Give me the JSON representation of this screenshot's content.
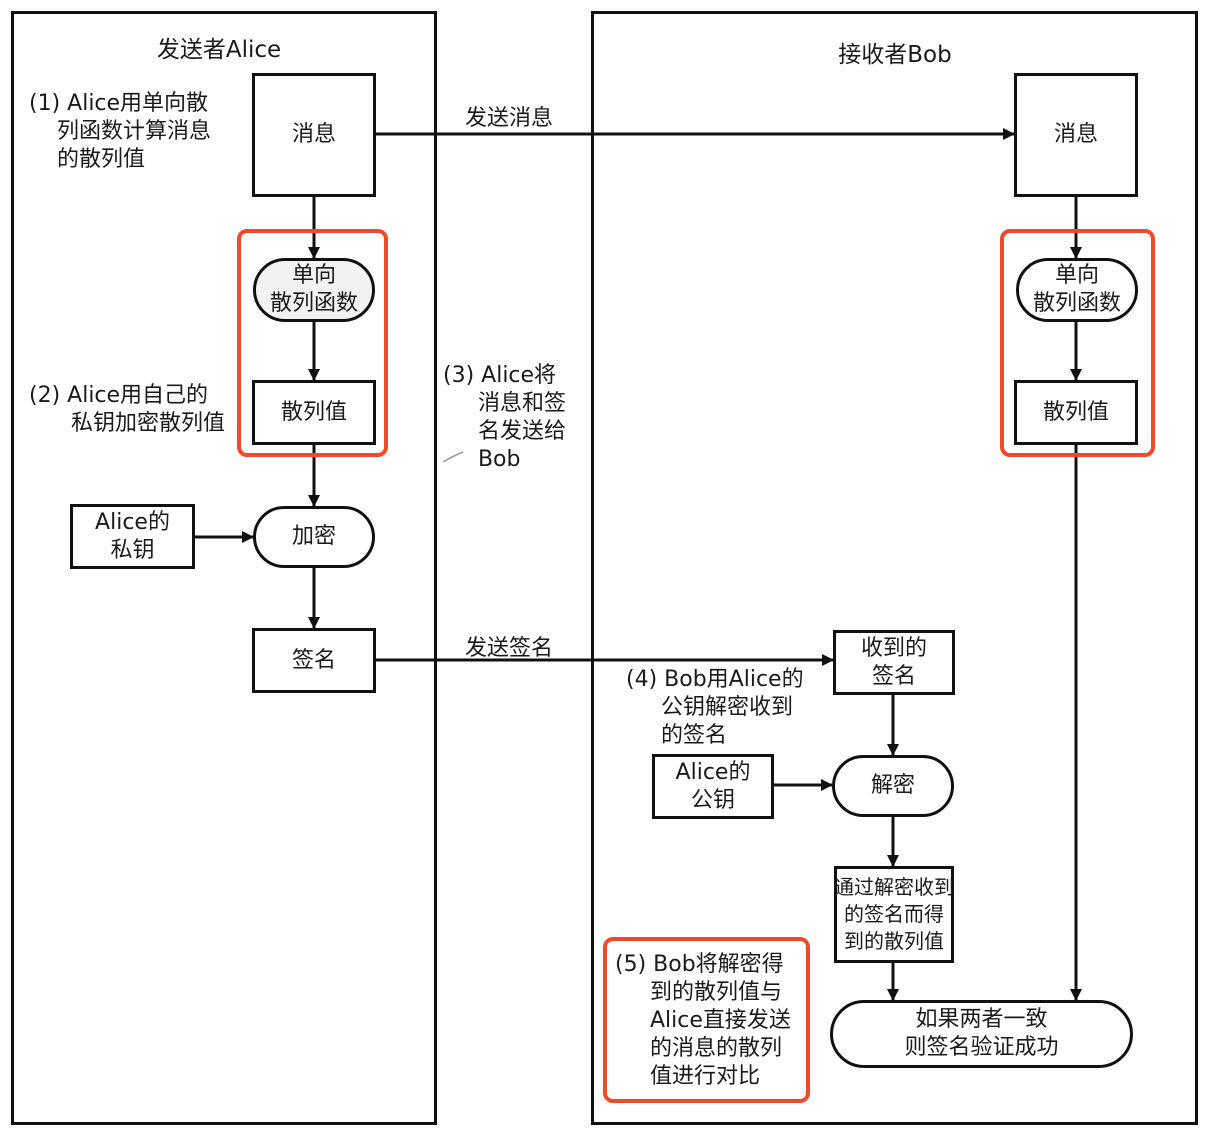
{
  "diagram": {
    "highlight_color": "#f04a2a",
    "lanes": {
      "sender": {
        "title": "发送者Alice"
      },
      "receiver": {
        "title": "接收者Bob"
      }
    },
    "nodes": {
      "sender_message": "消息",
      "sender_hash_function": "单向\n散列函数",
      "sender_hash_value": "散列值",
      "alice_private_key": "Alice的\n私钥",
      "encrypt": "加密",
      "signature": "签名",
      "receiver_message": "消息",
      "receiver_hash_function": "单向\n散列函数",
      "receiver_hash_value": "散列值",
      "received_signature": "收到的\n签名",
      "alice_public_key": "Alice的\n公钥",
      "decrypt": "解密",
      "decrypted_hash_value": "通过解密收到\n的签名而得\n到的散列值",
      "verify_result": "如果两者一致\n则签名验证成功"
    },
    "edge_labels": {
      "send_message": "发送消息",
      "send_signature": "发送签名"
    },
    "steps": {
      "step1": "(1) Alice用单向散\n    列函数计算消息\n    的散列值",
      "step2": "(2) Alice用自己的\n      私钥加密散列值",
      "step3": "(3) Alice将\n     消息和签\n     名发送给\n     Bob",
      "step4": "(4) Bob用Alice的\n     公钥解密收到\n     的签名",
      "step5": "(5) Bob将解密得\n     到的散列值与\n     Alice直接发送\n     的消息的散列\n     值进行对比"
    }
  }
}
